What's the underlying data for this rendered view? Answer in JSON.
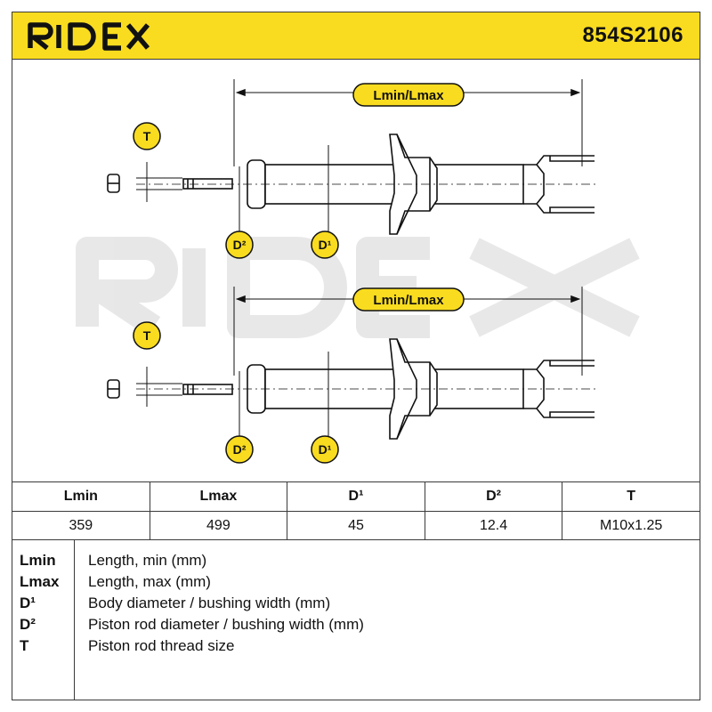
{
  "header": {
    "brand": "RIDEX",
    "part_number": "854S2106",
    "color": "#f9dc1f"
  },
  "watermark": "RIDEX",
  "diagram": {
    "dimension_label": "Lmin/Lmax",
    "thread_label": "T",
    "body_label": "D¹",
    "rod_label": "D²",
    "callout_color": "#f9dc1f"
  },
  "table": {
    "headers": [
      "Lmin",
      "Lmax",
      "D¹",
      "D²",
      "T"
    ],
    "values": [
      "359",
      "499",
      "45",
      "12.4",
      "M10x1.25"
    ]
  },
  "legend": [
    {
      "key": "Lmin",
      "desc": "Length, min (mm)"
    },
    {
      "key": "Lmax",
      "desc": "Length, max (mm)"
    },
    {
      "key": "D¹",
      "desc": "Body diameter / bushing width (mm)"
    },
    {
      "key": "D²",
      "desc": "Piston rod diameter / bushing width (mm)"
    },
    {
      "key": "T",
      "desc": "Piston rod thread size"
    }
  ]
}
